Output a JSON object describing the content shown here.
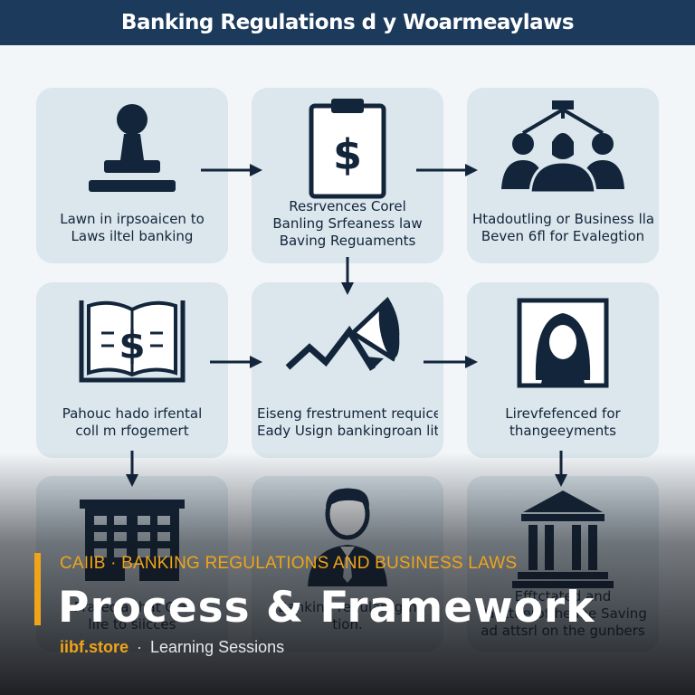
{
  "header": {
    "title": "Banking Regulations d y Woarmeaylaws"
  },
  "colors": {
    "navy": "#1b3a5c",
    "card": "#dbe6ed",
    "icon": "#13253a",
    "accent": "#f0a418"
  },
  "cards": [
    {
      "icon": "pawn-icon",
      "lines": [
        "Lawn in irpsoaicen to",
        "Laws iltel banking"
      ]
    },
    {
      "icon": "clipboard-dollar-icon",
      "lines": [
        "Resrvences Corel",
        "Banling Srfeaness law",
        "Baving Reguaments"
      ]
    },
    {
      "icon": "people-network-icon",
      "lines": [
        "Htadoutling or Business llas",
        "Beven 6fl for Evalegtion"
      ]
    },
    {
      "icon": "book-dollar-icon",
      "lines": [
        "Pahouc hado irfental",
        "coll m rfogemert"
      ]
    },
    {
      "icon": "trend-megaphone-icon",
      "lines": [
        "Eiseng frestrument requices",
        "Eady Usign bankingroan lites"
      ]
    },
    {
      "icon": "person-portrait-icon",
      "lines": [
        "Lirevfefenced for",
        "thangeeyments"
      ]
    },
    {
      "icon": "office-building-icon",
      "lines": [
        "Prarecla that Cial",
        "life to siicces"
      ]
    },
    {
      "icon": "businessman-icon",
      "lines": [
        "Banking regulantgth",
        "tion."
      ]
    },
    {
      "icon": "bank-columns-icon",
      "lines": [
        "Efftctated and",
        "Panttuerofthe Ine Saving",
        "ad attsrl on the gunbers"
      ]
    }
  ],
  "overlay": {
    "subtitle": "CAIIB  ·  BANKING REGULATIONS AND BUSINESS LAWS",
    "title": "Process & Framework",
    "brand": "iibf.store",
    "separator": "·",
    "session": "Learning Sessions"
  }
}
